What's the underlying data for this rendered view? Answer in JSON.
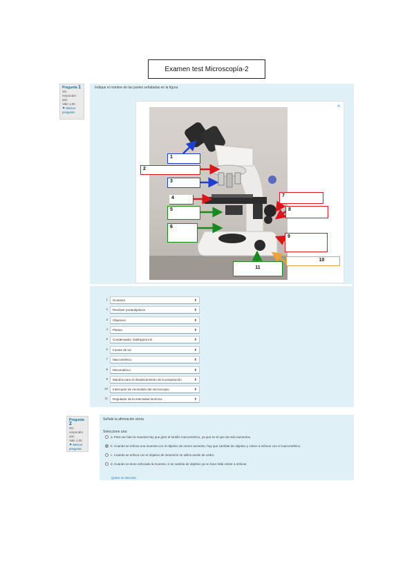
{
  "page_title": "Examen test Microscopía-2",
  "question1": {
    "label": "Pregunta",
    "number": "1",
    "meta": [
      "Sin responder",
      "aún",
      "Vale 1,00"
    ],
    "flag": "Marcar pregunta",
    "prompt": "Indique el nombre de las partes señaladas en la figura",
    "close_icon": "×",
    "labels": [
      "1",
      "2",
      "3",
      "4",
      "5",
      "6",
      "7",
      "8",
      "9",
      "10",
      "11"
    ],
    "answers": [
      {
        "num": "1",
        "text": "Oculares"
      },
      {
        "num": "2",
        "text": "Revólver portaobjetivos"
      },
      {
        "num": "3",
        "text": "Objetivos"
      },
      {
        "num": "4",
        "text": "Platina"
      },
      {
        "num": "5",
        "text": "Condensador, Diafragma iris"
      },
      {
        "num": "6",
        "text": "Fuente de luz"
      },
      {
        "num": "7",
        "text": "Macrométrico"
      },
      {
        "num": "8",
        "text": "Micrométrico"
      },
      {
        "num": "9",
        "text": "Mandos para el desplazamiento de la preparación"
      },
      {
        "num": "10",
        "text": "Interruptor de encendido del microscopio"
      },
      {
        "num": "11",
        "text": "Regulador de la intensidad lumínica"
      }
    ]
  },
  "question2": {
    "label": "Pregunta",
    "number": "2",
    "meta": [
      "Sin responder",
      "aún",
      "Vale 1,00"
    ],
    "flag": "Marcar pregunta",
    "prompt": "Señale la afirmación cierta",
    "select_one": "Seleccione una:",
    "options": [
      "a. Para ver bien la muestra hay que girar el tornillo macrométrico, ya que es el que da más aumentos.",
      "b. Cuando se enfoca una muestra con el objetivo de menor aumento, hay que cambiar de objetivo y volver a enfocar con el macrométrico.",
      "c. Cuando se enfoca con el objetivo de inmersión se utiliza aceite de cedro.",
      "d. Cuando se tiene enfocada la muestra, si se cambia de objetivo ya no hace falta volver a enfocar."
    ],
    "selected_index": 1,
    "clear": "Quitar mi elección"
  },
  "colors": {
    "panel": "#dff0f6",
    "link": "#0b6fa4",
    "blue": "#1f3fd0",
    "red": "#d8161b",
    "green": "#178a1f",
    "orange": "#f0a23a"
  }
}
